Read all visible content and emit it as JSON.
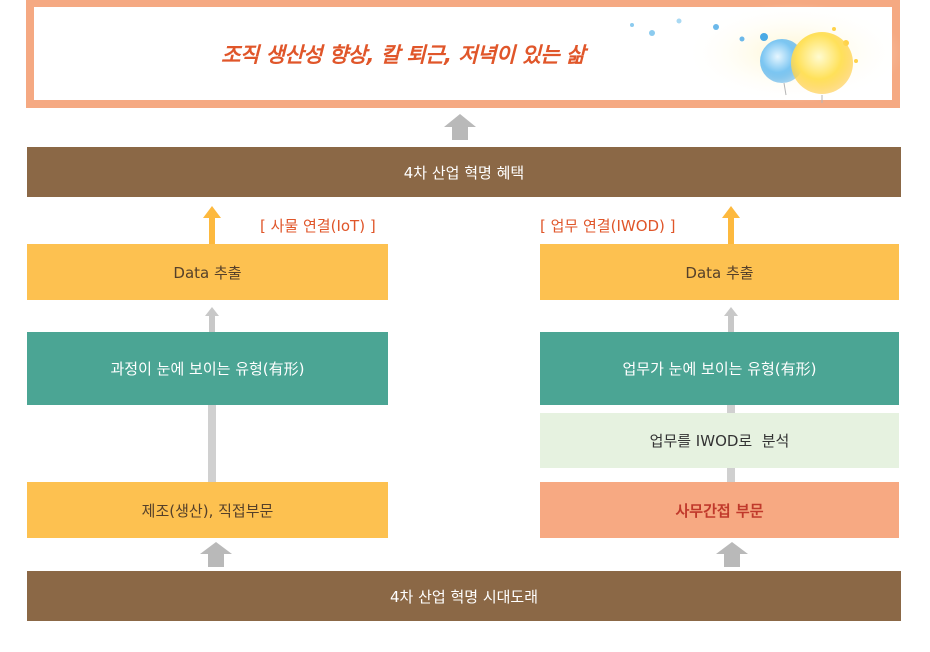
{
  "colors": {
    "brown": "#8B6846",
    "yellow": "#FDC150",
    "teal": "#4BA594",
    "light_green": "#E6F2E0",
    "salmon": "#F7A982",
    "accent_orange": "#E0562A",
    "gray_arrow": "#C8C8C8",
    "yellow_arrow": "#FDB93E"
  },
  "banner": {
    "text": "조직 생산성 향상, 칼 퇴근, 저녁이 있는 삶",
    "decoration": "light-bulb-balloons-icon"
  },
  "benefits_bar": {
    "text": "4차 산업 혁명 혜택"
  },
  "left_column": {
    "label": "[ 사물 연결(IoT) ]",
    "data_box": "Data 추출",
    "visible_box": "과정이 눈에 보이는 유형(有形)",
    "base_box": "제조(생산), 직접부문"
  },
  "right_column": {
    "label": "[ 업무 연결(IWOD) ]",
    "data_box": "Data 추출",
    "visible_box": "업무가 눈에 보이는 유형(有形)",
    "analysis_box": "업무를 IWOD로  분석",
    "base_box": "사무간접 부문"
  },
  "era_bar": {
    "text": "4차 산업 혁명 시대도래"
  }
}
